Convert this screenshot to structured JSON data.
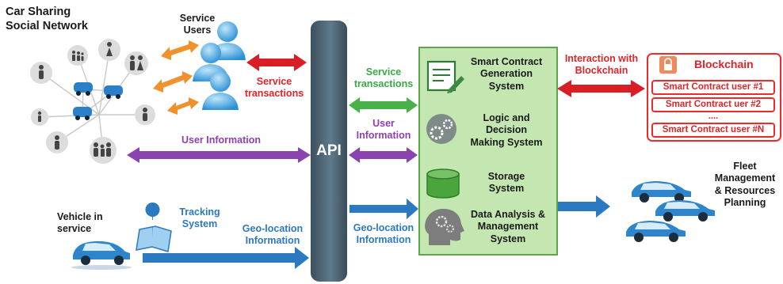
{
  "social_title": [
    "Car Sharing",
    "Social Network"
  ],
  "service_users": [
    "Service",
    "Users"
  ],
  "service_transactions_red": [
    "Service",
    "transactions"
  ],
  "user_information_left": "User Information",
  "api_label": "API",
  "service_transactions_green": [
    "Service",
    "transactions"
  ],
  "user_information_mid": [
    "User",
    "Information"
  ],
  "geo_location_left": [
    "Geo-location",
    "Information"
  ],
  "geo_location_mid": [
    "Geo-location",
    "Information"
  ],
  "tracking_system": [
    "Tracking",
    "System"
  ],
  "vehicle_in_service": [
    "Vehicle in",
    "service"
  ],
  "systems": {
    "smart_contract": [
      "Smart Contract",
      "Generation",
      "System"
    ],
    "logic": [
      "Logic and",
      "Decision",
      "Making System"
    ],
    "storage": [
      "Storage",
      "System"
    ],
    "analysis": [
      "Data Analysis &",
      "Management",
      "System"
    ]
  },
  "interaction": [
    "Interaction with",
    "Blockchain"
  ],
  "blockchain": {
    "title": "Blockchain",
    "items": [
      "Smart Contract user #1",
      "Smart Contract uer #2",
      "....",
      "Smart Contract user #N"
    ]
  },
  "fleet": [
    "Fleet",
    "Management",
    "& Resources",
    "Planning"
  ],
  "colors": {
    "red": "#e0242a",
    "green": "#39a846",
    "purple": "#8e3fb0",
    "blue": "#2b79c0",
    "orange": "#f0922b",
    "api": "#4a6272",
    "system_box": "#c4e7b2"
  },
  "icons": [
    "person-icon",
    "family-icon",
    "car-icon",
    "service-user-icon",
    "certificate-icon",
    "gears-icon",
    "database-icon",
    "head-gears-icon",
    "lock-icon",
    "map-pin-icon"
  ]
}
